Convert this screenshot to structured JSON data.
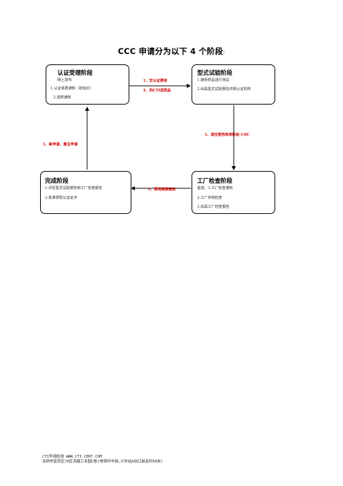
{
  "title": {
    "main": "CCC 申请分为以下 4 个阶段",
    "colon": ":"
  },
  "stages": {
    "stage1": {
      "title": "认证受理阶段",
      "items": [
        "网上发布",
        "1.认证收费通知（初估价）",
        "2.送样通知"
      ]
    },
    "stage2": {
      "title": "型式试验阶段",
      "items": [
        "1.接受样品进行测试",
        "2.出具型式试验报告并报认证机构"
      ]
    },
    "stage3": {
      "title": "工厂检查阶段",
      "items": [
        "首选：1.工厂检查通知",
        "2.工厂实地检查",
        "3.出具工厂检查报告"
      ]
    },
    "stage4": {
      "title": "完成阶段",
      "items": [
        "1.评定型式试验报告和工厂检查报告",
        "2.批准颁发认证证书"
      ]
    }
  },
  "arrows": {
    "s1_to_s2_a": "1、交认证费用",
    "s1_to_s2_b": "2、向CTI送样品",
    "s2_to_s3": "1、递交报告和资料给 CQC",
    "s3_to_s4": "1、费用结算通知",
    "s4_to_s1": "1、新申请、重生申请"
  },
  "footer": {
    "line1": "CTI华测检测  WWW.CTI-CERT.COM",
    "line2": "深圳市宝安区70区鸿威工业园C栋(地铁环中线,兴东站A出口前走约50米)"
  }
}
